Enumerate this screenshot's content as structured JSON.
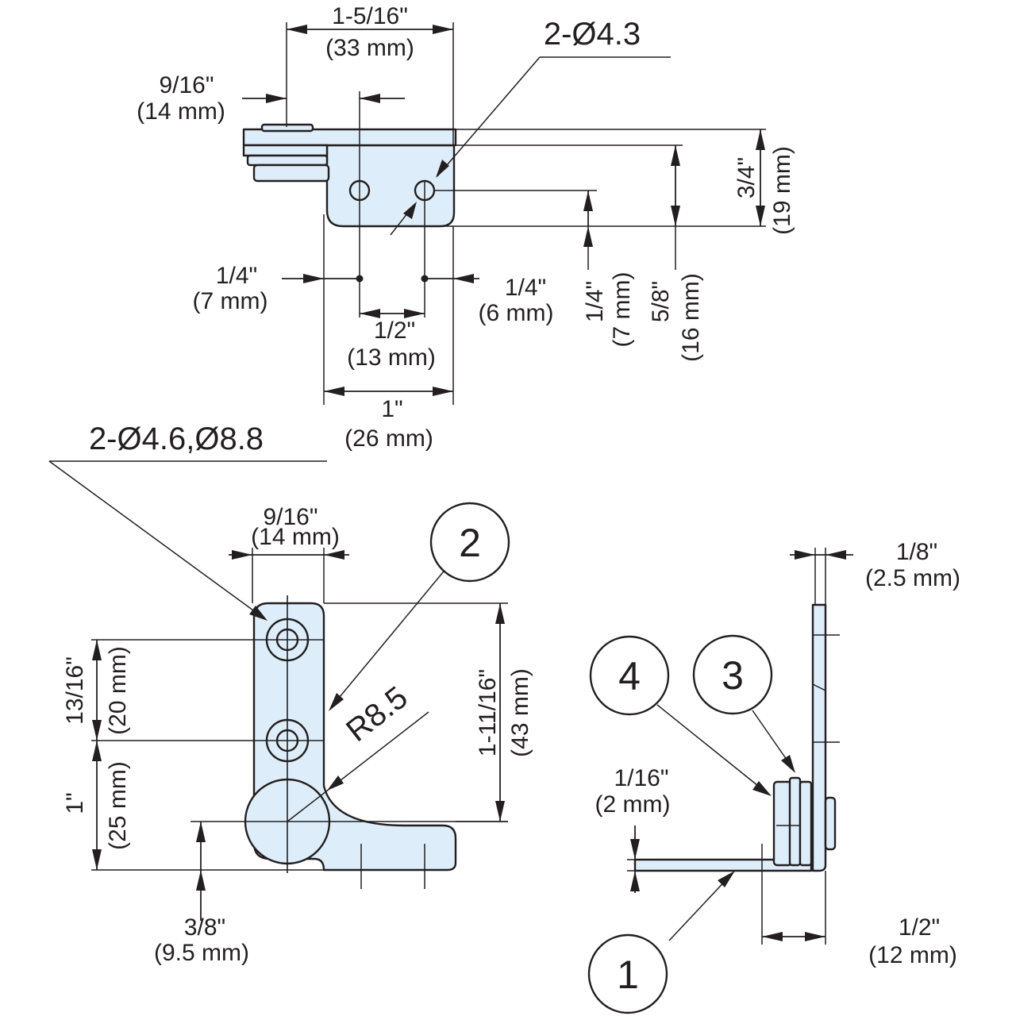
{
  "colors": {
    "line": "#231f20",
    "part_fill": "#ddeefa",
    "background": "#ffffff"
  },
  "top_view": {
    "width_total": {
      "inch": "1-5/16\"",
      "mm": "(33 mm)"
    },
    "left_offset": {
      "inch": "9/16\"",
      "mm": "(14 mm)"
    },
    "hole_callout": "2-Ø4.3",
    "height_overall": {
      "inch": "3/4\"",
      "mm": "(19 mm)"
    },
    "height_plate": {
      "inch": "5/8\"",
      "mm": "(16 mm)"
    },
    "hole_from_bottom": {
      "inch": "1/4\"",
      "mm": "(7 mm)"
    },
    "hole_left_offset": {
      "inch": "1/4\"",
      "mm": "(7 mm)"
    },
    "hole_right_offset": {
      "inch": "1/4\"",
      "mm": "(6 mm)"
    },
    "hole_spacing": {
      "inch": "1/2\"",
      "mm": "(13 mm)"
    },
    "plate_width": {
      "inch": "1\"",
      "mm": "(26 mm)"
    }
  },
  "front_view": {
    "hole_callout": "2-Ø4.6,Ø8.8",
    "width": {
      "inch": "9/16\"",
      "mm": "(14 mm)"
    },
    "hole_spacing": {
      "inch": "13/16\"",
      "mm": "(20 mm)"
    },
    "hole_to_bottom": {
      "inch": "1\"",
      "mm": "(25 mm)"
    },
    "height": {
      "inch": "1-11/16\"",
      "mm": "(43 mm)"
    },
    "radius": "R8.5",
    "pivot_height": {
      "inch": "3/8\"",
      "mm": "(9.5 mm)"
    }
  },
  "side_view": {
    "plate_thickness": {
      "inch": "1/8\"",
      "mm": "(2.5 mm)"
    },
    "base_thickness": {
      "inch": "1/16\"",
      "mm": "(2 mm)"
    },
    "depth": {
      "inch": "1/2\"",
      "mm": "(12 mm)"
    }
  },
  "callouts": [
    "1",
    "2",
    "3",
    "4"
  ]
}
